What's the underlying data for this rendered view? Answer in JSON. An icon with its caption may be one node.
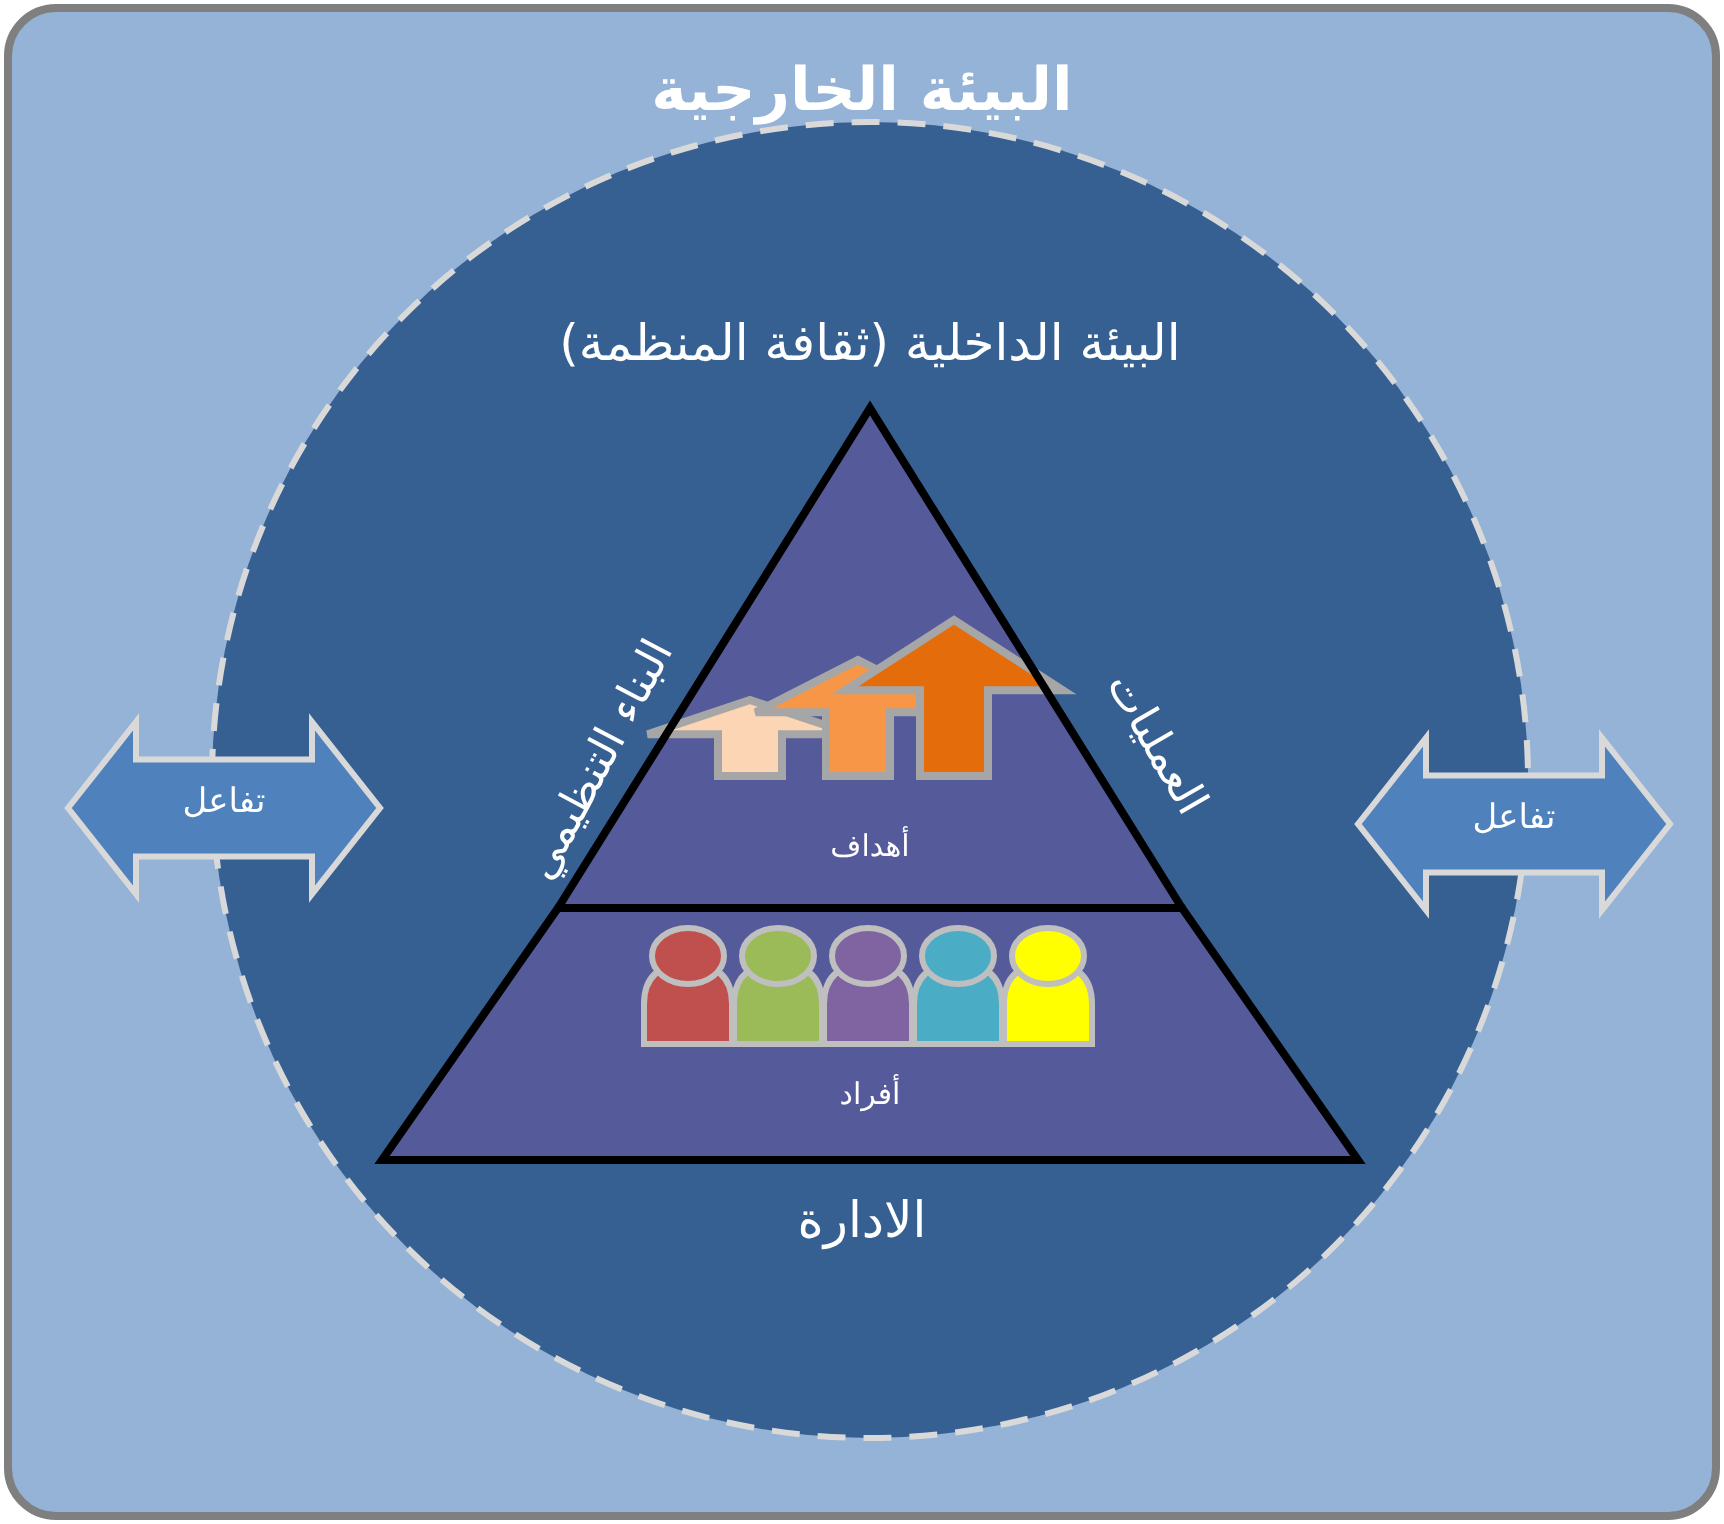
{
  "diagram": {
    "nodes": [
      {
        "text": [
          "البيئة الخارجية"
        ]
      },
      {
        "text": [
          "البيئة الداخلية (ثقافة المنظمة)"
        ],
        "in": 0
      },
      {
        "text": [
          "أهداف"
        ],
        "in": 1
      },
      {
        "text": [
          "أفراد"
        ],
        "in": 1
      },
      {
        "text": [
          "تفاعل"
        ],
        "in": 0
      },
      {
        "text": [
          "تفاعل"
        ],
        "in": 0
      }
    ],
    "labels": [
      "البناء التنظيمي",
      "العمليات",
      "الادارة"
    ]
  }
}
